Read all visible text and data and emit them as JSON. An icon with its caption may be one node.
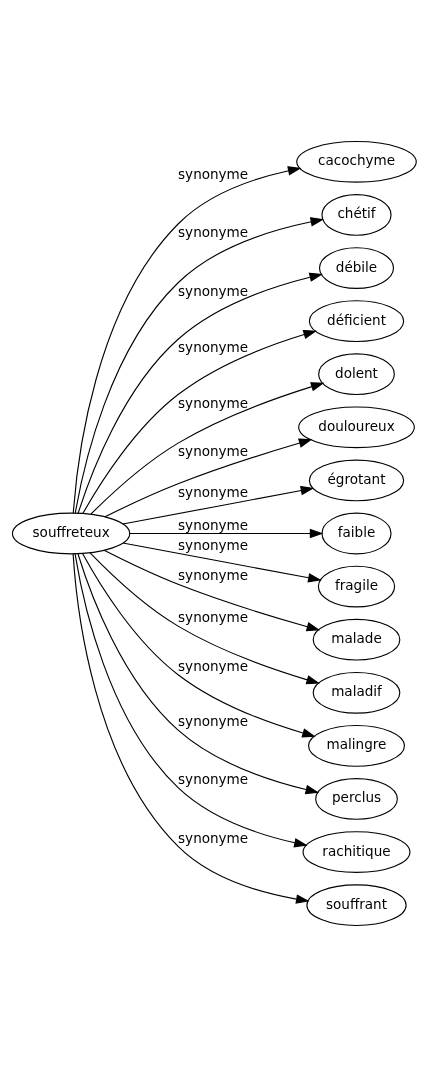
{
  "diagram": {
    "nodes": [
      {
        "text": [
          "souffreteux"
        ]
      },
      {
        "text": [
          "cacochyme"
        ]
      },
      {
        "text": [
          "chétif"
        ]
      },
      {
        "text": [
          "débile"
        ]
      },
      {
        "text": [
          "déficient"
        ]
      },
      {
        "text": [
          "dolent"
        ]
      },
      {
        "text": [
          "douloureux"
        ]
      },
      {
        "text": [
          "égrotant"
        ]
      },
      {
        "text": [
          "faible"
        ]
      },
      {
        "text": [
          "fragile"
        ]
      },
      {
        "text": [
          "malade"
        ]
      },
      {
        "text": [
          "maladif"
        ]
      },
      {
        "text": [
          "malingre"
        ]
      },
      {
        "text": [
          "perclus"
        ]
      },
      {
        "text": [
          "rachitique"
        ]
      },
      {
        "text": [
          "souffrant"
        ]
      }
    ],
    "edges": [
      {
        "from": 0,
        "to": 1,
        "arrow": "to",
        "label": "synonyme"
      },
      {
        "from": 0,
        "to": 2,
        "arrow": "to",
        "label": "synonyme"
      },
      {
        "from": 0,
        "to": 3,
        "arrow": "to",
        "label": "synonyme"
      },
      {
        "from": 0,
        "to": 4,
        "arrow": "to",
        "label": "synonyme"
      },
      {
        "from": 0,
        "to": 5,
        "arrow": "to",
        "label": "synonyme"
      },
      {
        "from": 0,
        "to": 6,
        "arrow": "to",
        "label": "synonyme"
      },
      {
        "from": 0,
        "to": 7,
        "arrow": "to",
        "label": "synonyme"
      },
      {
        "from": 0,
        "to": 8,
        "arrow": "to",
        "label": "synonyme"
      },
      {
        "from": 0,
        "to": 9,
        "arrow": "to",
        "label": "synonyme"
      },
      {
        "from": 0,
        "to": 10,
        "arrow": "to",
        "label": "synonyme"
      },
      {
        "from": 0,
        "to": 11,
        "arrow": "to",
        "label": "synonyme"
      },
      {
        "from": 0,
        "to": 12,
        "arrow": "to",
        "label": "synonyme"
      },
      {
        "from": 0,
        "to": 13,
        "arrow": "to",
        "label": "synonyme"
      },
      {
        "from": 0,
        "to": 14,
        "arrow": "to",
        "label": "synonyme"
      },
      {
        "from": 0,
        "to": 15,
        "arrow": "to",
        "label": "synonyme"
      }
    ]
  }
}
